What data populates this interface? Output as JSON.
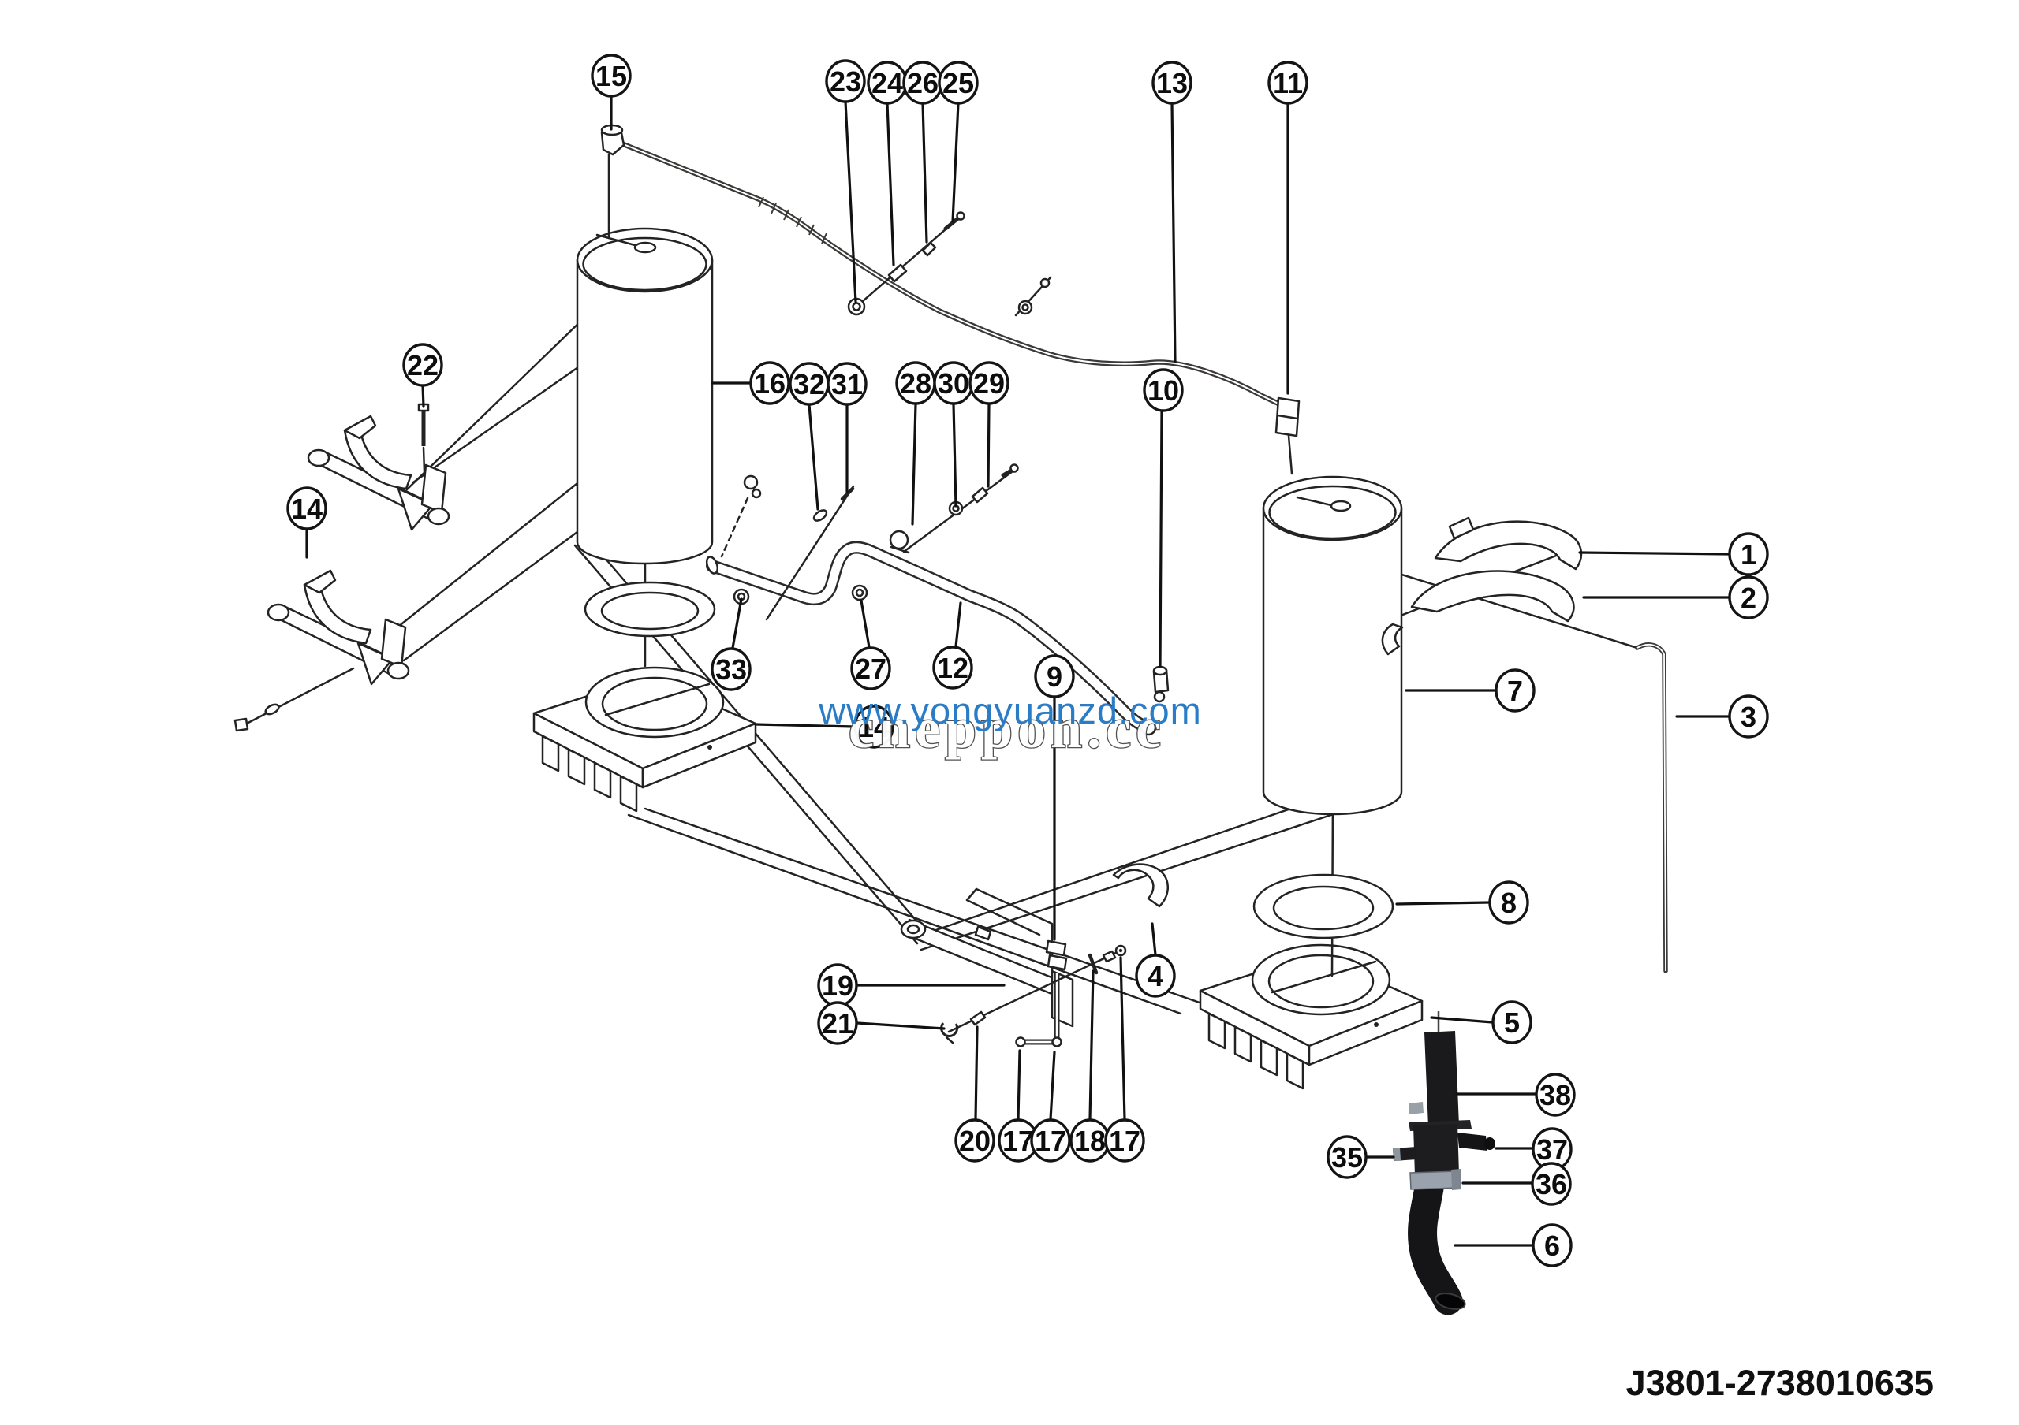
{
  "part_number": "J3801-2738010635",
  "watermark": {
    "url_text": "www.yongyuanzd.com",
    "overlay_text": "cneppon.cc"
  },
  "colors": {
    "line": "#232323",
    "watermark_blue": "#2b7cc6",
    "watermark_outline": "#4a4a4a",
    "hose_dark": "#1a1a1c",
    "clamp_gray": "#9aa3ad"
  },
  "callouts": {
    "c1": "1",
    "c2": "2",
    "c3": "3",
    "c4": "4",
    "c5": "5",
    "c6": "6",
    "c7": "7",
    "c8": "8",
    "c9": "9",
    "c10": "10",
    "c11": "11",
    "c12": "12",
    "c13": "13",
    "c14a": "14",
    "c14b": "14",
    "c15": "15",
    "c16": "16",
    "c17a": "17",
    "c17b": "17",
    "c17c": "17",
    "c18": "18",
    "c19": "19",
    "c20": "20",
    "c21": "21",
    "c22": "22",
    "c23": "23",
    "c24": "24",
    "c25": "25",
    "c26": "26",
    "c27": "27",
    "c28": "28",
    "c29": "29",
    "c30": "30",
    "c31": "31",
    "c32": "32",
    "c33": "33",
    "c35": "35",
    "c36": "36",
    "c37": "37",
    "c38": "38"
  }
}
